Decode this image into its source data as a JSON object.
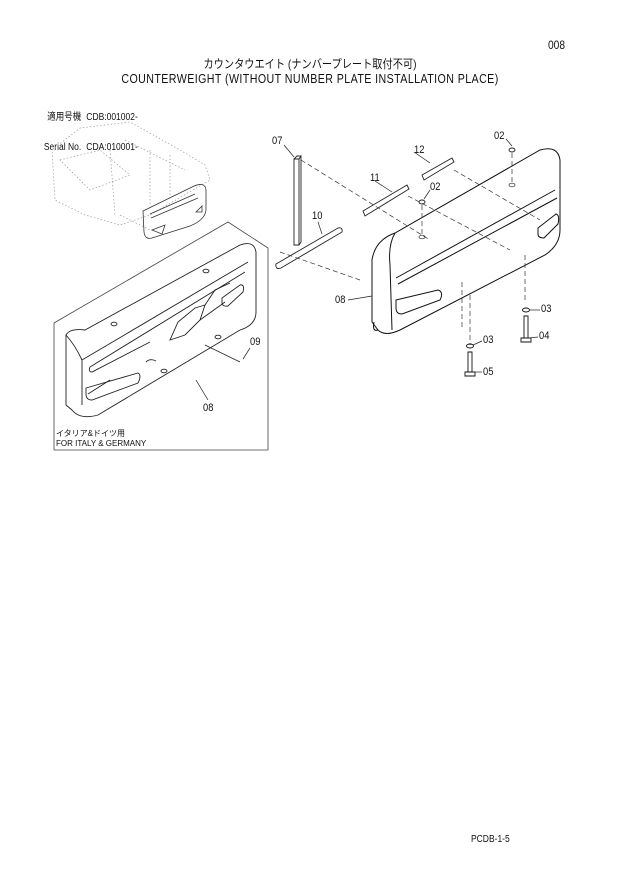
{
  "header": {
    "page_number": "008",
    "title_jp": "カウンタウエイト (ナンバープレート取付不可)",
    "title_en": "COUNTERWEIGHT (WITHOUT NUMBER PLATE INSTALLATION PLACE)"
  },
  "applicability": [
    {
      "label": "適用号機",
      "value": "CDB:001002-"
    },
    {
      "label": "Serial No.",
      "value": "CDA:010001-"
    }
  ],
  "callouts": [
    {
      "id": "07",
      "label": "07"
    },
    {
      "id": "12",
      "label": "12"
    },
    {
      "id": "02a",
      "label": "02"
    },
    {
      "id": "11",
      "label": "11"
    },
    {
      "id": "02b",
      "label": "02"
    },
    {
      "id": "10",
      "label": "10"
    },
    {
      "id": "08a",
      "label": "08"
    },
    {
      "id": "03a",
      "label": "03"
    },
    {
      "id": "04",
      "label": "04"
    },
    {
      "id": "03b",
      "label": "03"
    },
    {
      "id": "05",
      "label": "05"
    },
    {
      "id": "09",
      "label": "09"
    },
    {
      "id": "08b",
      "label": "08"
    }
  ],
  "inset_note": {
    "jp": "イタリア&ドイツ用",
    "en": "FOR ITALY & GERMANY"
  },
  "footer": {
    "code": "PCDB-1-5"
  }
}
